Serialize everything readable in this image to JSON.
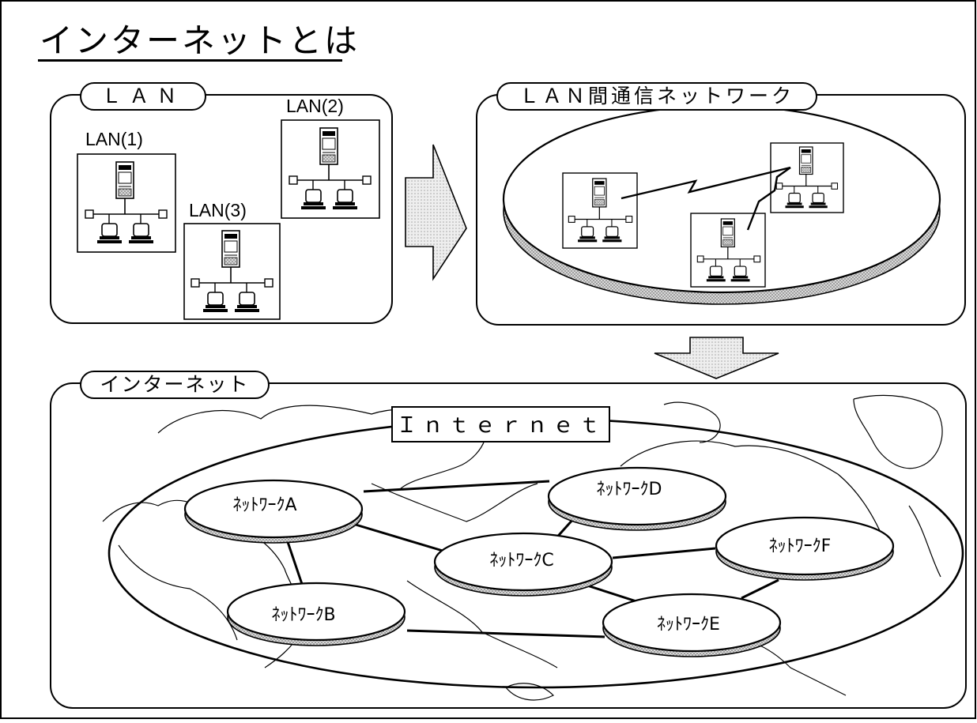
{
  "title": "インターネットとは",
  "lan_panel": {
    "label": "ＬＡＮ",
    "lan1": "LAN(1)",
    "lan2": "LAN(2)",
    "lan3": "LAN(3)"
  },
  "wan_panel": {
    "label": "ＬＡＮ間通信ネットワーク"
  },
  "internet_panel": {
    "label": "インターネット",
    "banner": "Ｉｎｔｅｒｎｅｔ",
    "networks": {
      "a": "ﾈｯﾄﾜｰｸA",
      "b": "ﾈｯﾄﾜｰｸB",
      "c": "ﾈｯﾄﾜｰｸC",
      "d": "ﾈｯﾄﾜｰｸD",
      "e": "ﾈｯﾄﾜｰｸE",
      "f": "ﾈｯﾄﾜｰｸF"
    }
  },
  "colors": {
    "ink": "#000000",
    "arrow_fill": "#b8b8b8",
    "shadow": "#8a8a8a"
  }
}
